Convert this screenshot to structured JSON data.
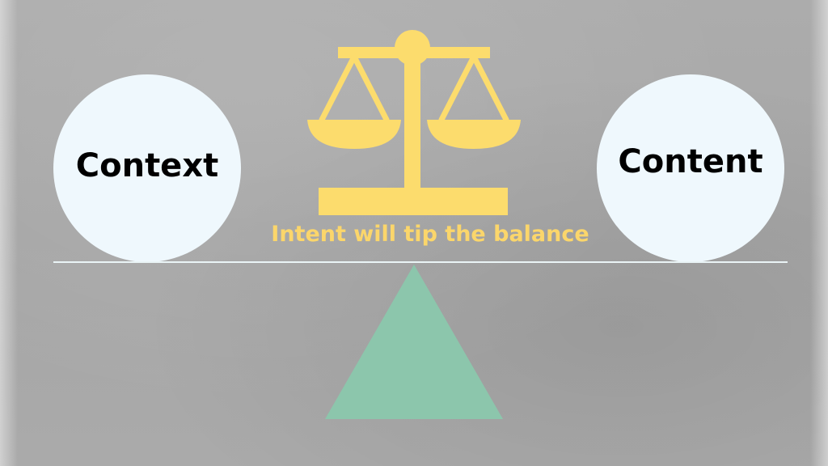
{
  "left_label": "Context",
  "right_label": "Content",
  "caption": "Intent will tip the balance",
  "icons": {
    "scale": "balance-scale-icon",
    "fulcrum": "triangle-fulcrum"
  },
  "colors": {
    "background": "#a9a9a9",
    "circle_fill": "#eff8fd",
    "scale_yellow": "#fcdc6d",
    "caption_yellow": "#fbd66b",
    "fulcrum_green": "#8cc6ac",
    "beam": "#eaf4f6"
  }
}
